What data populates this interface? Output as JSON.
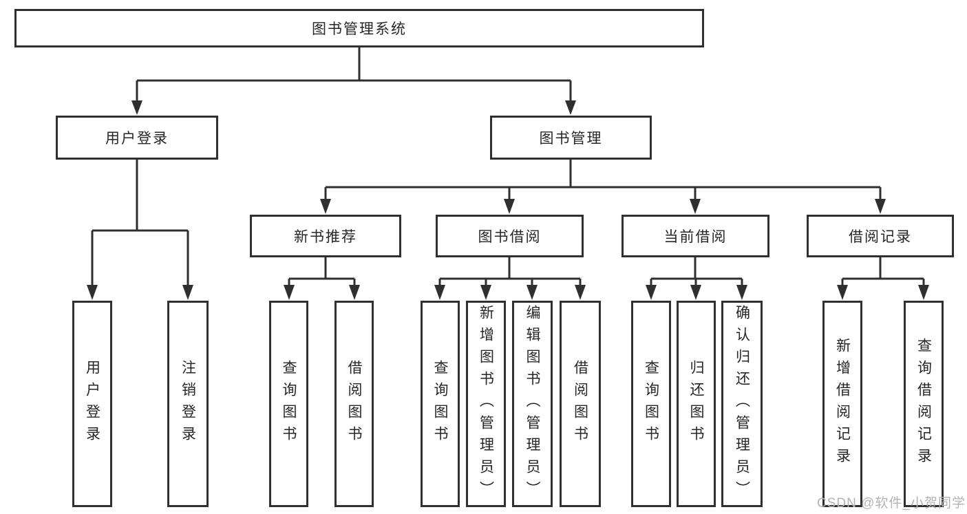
{
  "diagram": {
    "tree": {
      "label": "图书管理系统",
      "children": [
        {
          "label": "用户登录",
          "children": [
            {
              "label": "用户登录"
            },
            {
              "label": "注销登录"
            }
          ]
        },
        {
          "label": "图书管理",
          "children": [
            {
              "label": "新书推荐",
              "children": [
                {
                  "label": "查询图书"
                },
                {
                  "label": "借阅图书"
                }
              ]
            },
            {
              "label": "图书借阅",
              "children": [
                {
                  "label": "查询图书"
                },
                {
                  "label": "新增图书（管理员）"
                },
                {
                  "label": "编辑图书（管理员）"
                },
                {
                  "label": "借阅图书"
                }
              ]
            },
            {
              "label": "当前借阅",
              "children": [
                {
                  "label": "查询图书"
                },
                {
                  "label": "归还图书"
                },
                {
                  "label": "确认归还（管理员）"
                }
              ]
            },
            {
              "label": "借阅记录",
              "children": [
                {
                  "label": "新增借阅记录"
                },
                {
                  "label": "查询借阅记录"
                }
              ]
            }
          ]
        }
      ]
    },
    "colors": {
      "line": "#2f2f2f",
      "text": "#262626",
      "background": "#ffffff",
      "watermark": "#b3b3b3"
    }
  },
  "watermark": "CSDN @软件_小贺同学"
}
